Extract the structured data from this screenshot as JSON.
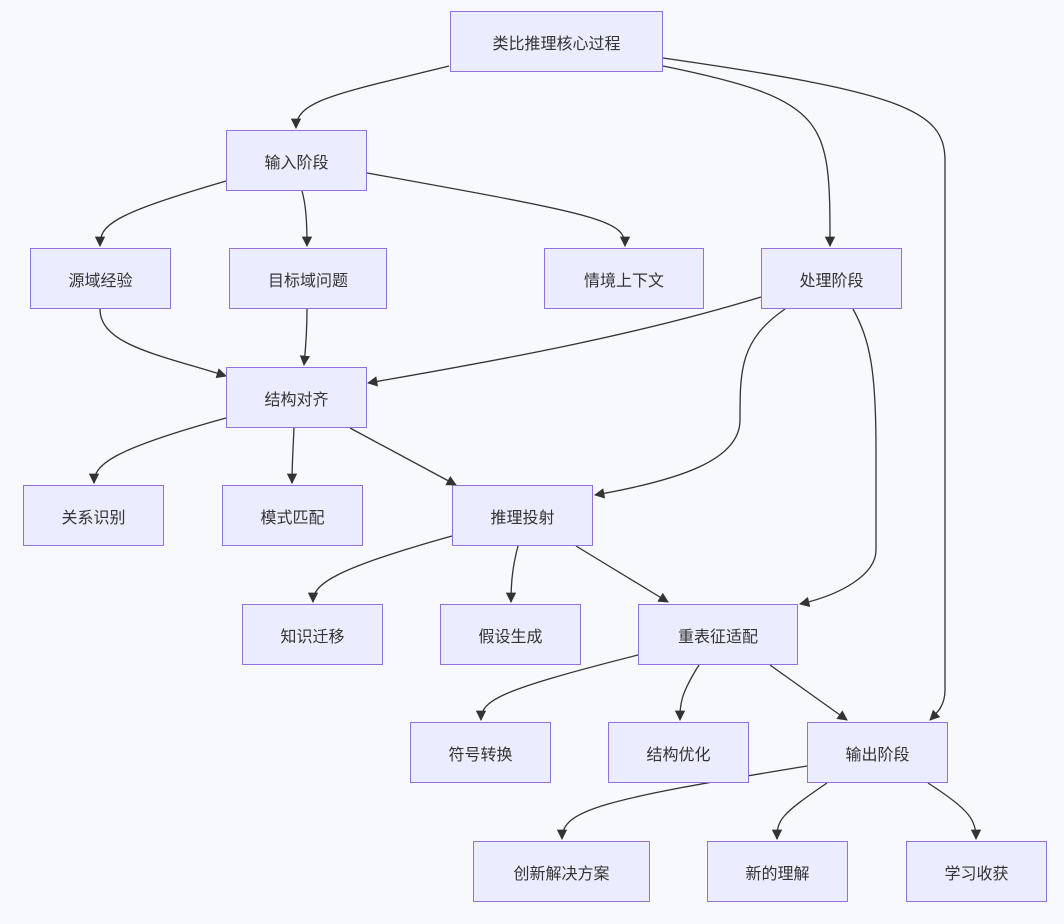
{
  "diagram": {
    "nodes": [
      {
        "id": "root",
        "label": "类比推理核心过程"
      },
      {
        "id": "input",
        "label": "输入阶段"
      },
      {
        "id": "source",
        "label": "源域经验"
      },
      {
        "id": "target",
        "label": "目标域问题"
      },
      {
        "id": "context",
        "label": "情境上下文"
      },
      {
        "id": "process",
        "label": "处理阶段"
      },
      {
        "id": "align",
        "label": "结构对齐"
      },
      {
        "id": "relation",
        "label": "关系识别"
      },
      {
        "id": "pattern",
        "label": "模式匹配"
      },
      {
        "id": "project",
        "label": "推理投射"
      },
      {
        "id": "transfer",
        "label": "知识迁移"
      },
      {
        "id": "hypothesis",
        "label": "假设生成"
      },
      {
        "id": "rerep",
        "label": "重表征适配"
      },
      {
        "id": "symbol",
        "label": "符号转换"
      },
      {
        "id": "optimize",
        "label": "结构优化"
      },
      {
        "id": "output",
        "label": "输出阶段"
      },
      {
        "id": "solution",
        "label": "创新解决方案"
      },
      {
        "id": "understanding",
        "label": "新的理解"
      },
      {
        "id": "learning",
        "label": "学习收获"
      }
    ],
    "edges": [
      [
        "root",
        "input"
      ],
      [
        "root",
        "process"
      ],
      [
        "root",
        "output"
      ],
      [
        "input",
        "source"
      ],
      [
        "input",
        "target"
      ],
      [
        "input",
        "context"
      ],
      [
        "source",
        "align"
      ],
      [
        "target",
        "align"
      ],
      [
        "process",
        "align"
      ],
      [
        "process",
        "project"
      ],
      [
        "process",
        "rerep"
      ],
      [
        "align",
        "relation"
      ],
      [
        "align",
        "pattern"
      ],
      [
        "align",
        "project"
      ],
      [
        "project",
        "transfer"
      ],
      [
        "project",
        "hypothesis"
      ],
      [
        "project",
        "rerep"
      ],
      [
        "rerep",
        "symbol"
      ],
      [
        "rerep",
        "optimize"
      ],
      [
        "rerep",
        "output"
      ],
      [
        "output",
        "solution"
      ],
      [
        "output",
        "understanding"
      ],
      [
        "output",
        "learning"
      ]
    ]
  }
}
